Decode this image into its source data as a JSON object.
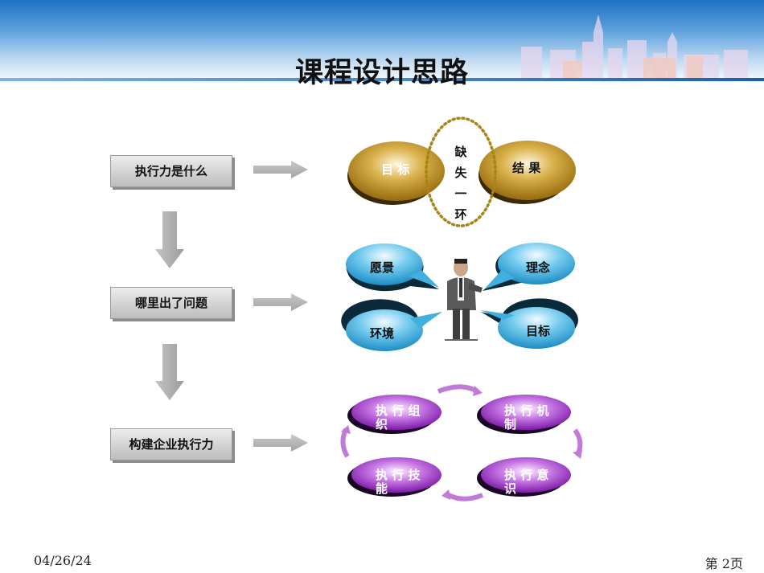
{
  "slide": {
    "title": "课程设计思路",
    "date": "04/26/24",
    "page": "第 2页"
  },
  "steps": [
    {
      "label": "执行力是什么"
    },
    {
      "label": "哪里出了问题"
    },
    {
      "label": "构建企业执行力"
    }
  ],
  "row1": {
    "left_oval": "目 标",
    "right_oval": "结 果",
    "missing_chars": [
      "缺",
      "失",
      "一",
      "环"
    ]
  },
  "row2": {
    "top_left": "愿景",
    "top_right": "理念",
    "bottom_left": "环境",
    "bottom_right": "目标"
  },
  "row3": {
    "top_left": [
      "执 行 组",
      "织"
    ],
    "top_right": [
      "执 行 机",
      "制"
    ],
    "bottom_left": [
      "执 行 技",
      "能"
    ],
    "bottom_right": [
      "执 行 意",
      "识"
    ]
  },
  "colors": {
    "gold": "#b8891a",
    "blue": "#2aa6d9",
    "purple": "#9b2cc8",
    "box_gray": "#c9c9c9"
  }
}
